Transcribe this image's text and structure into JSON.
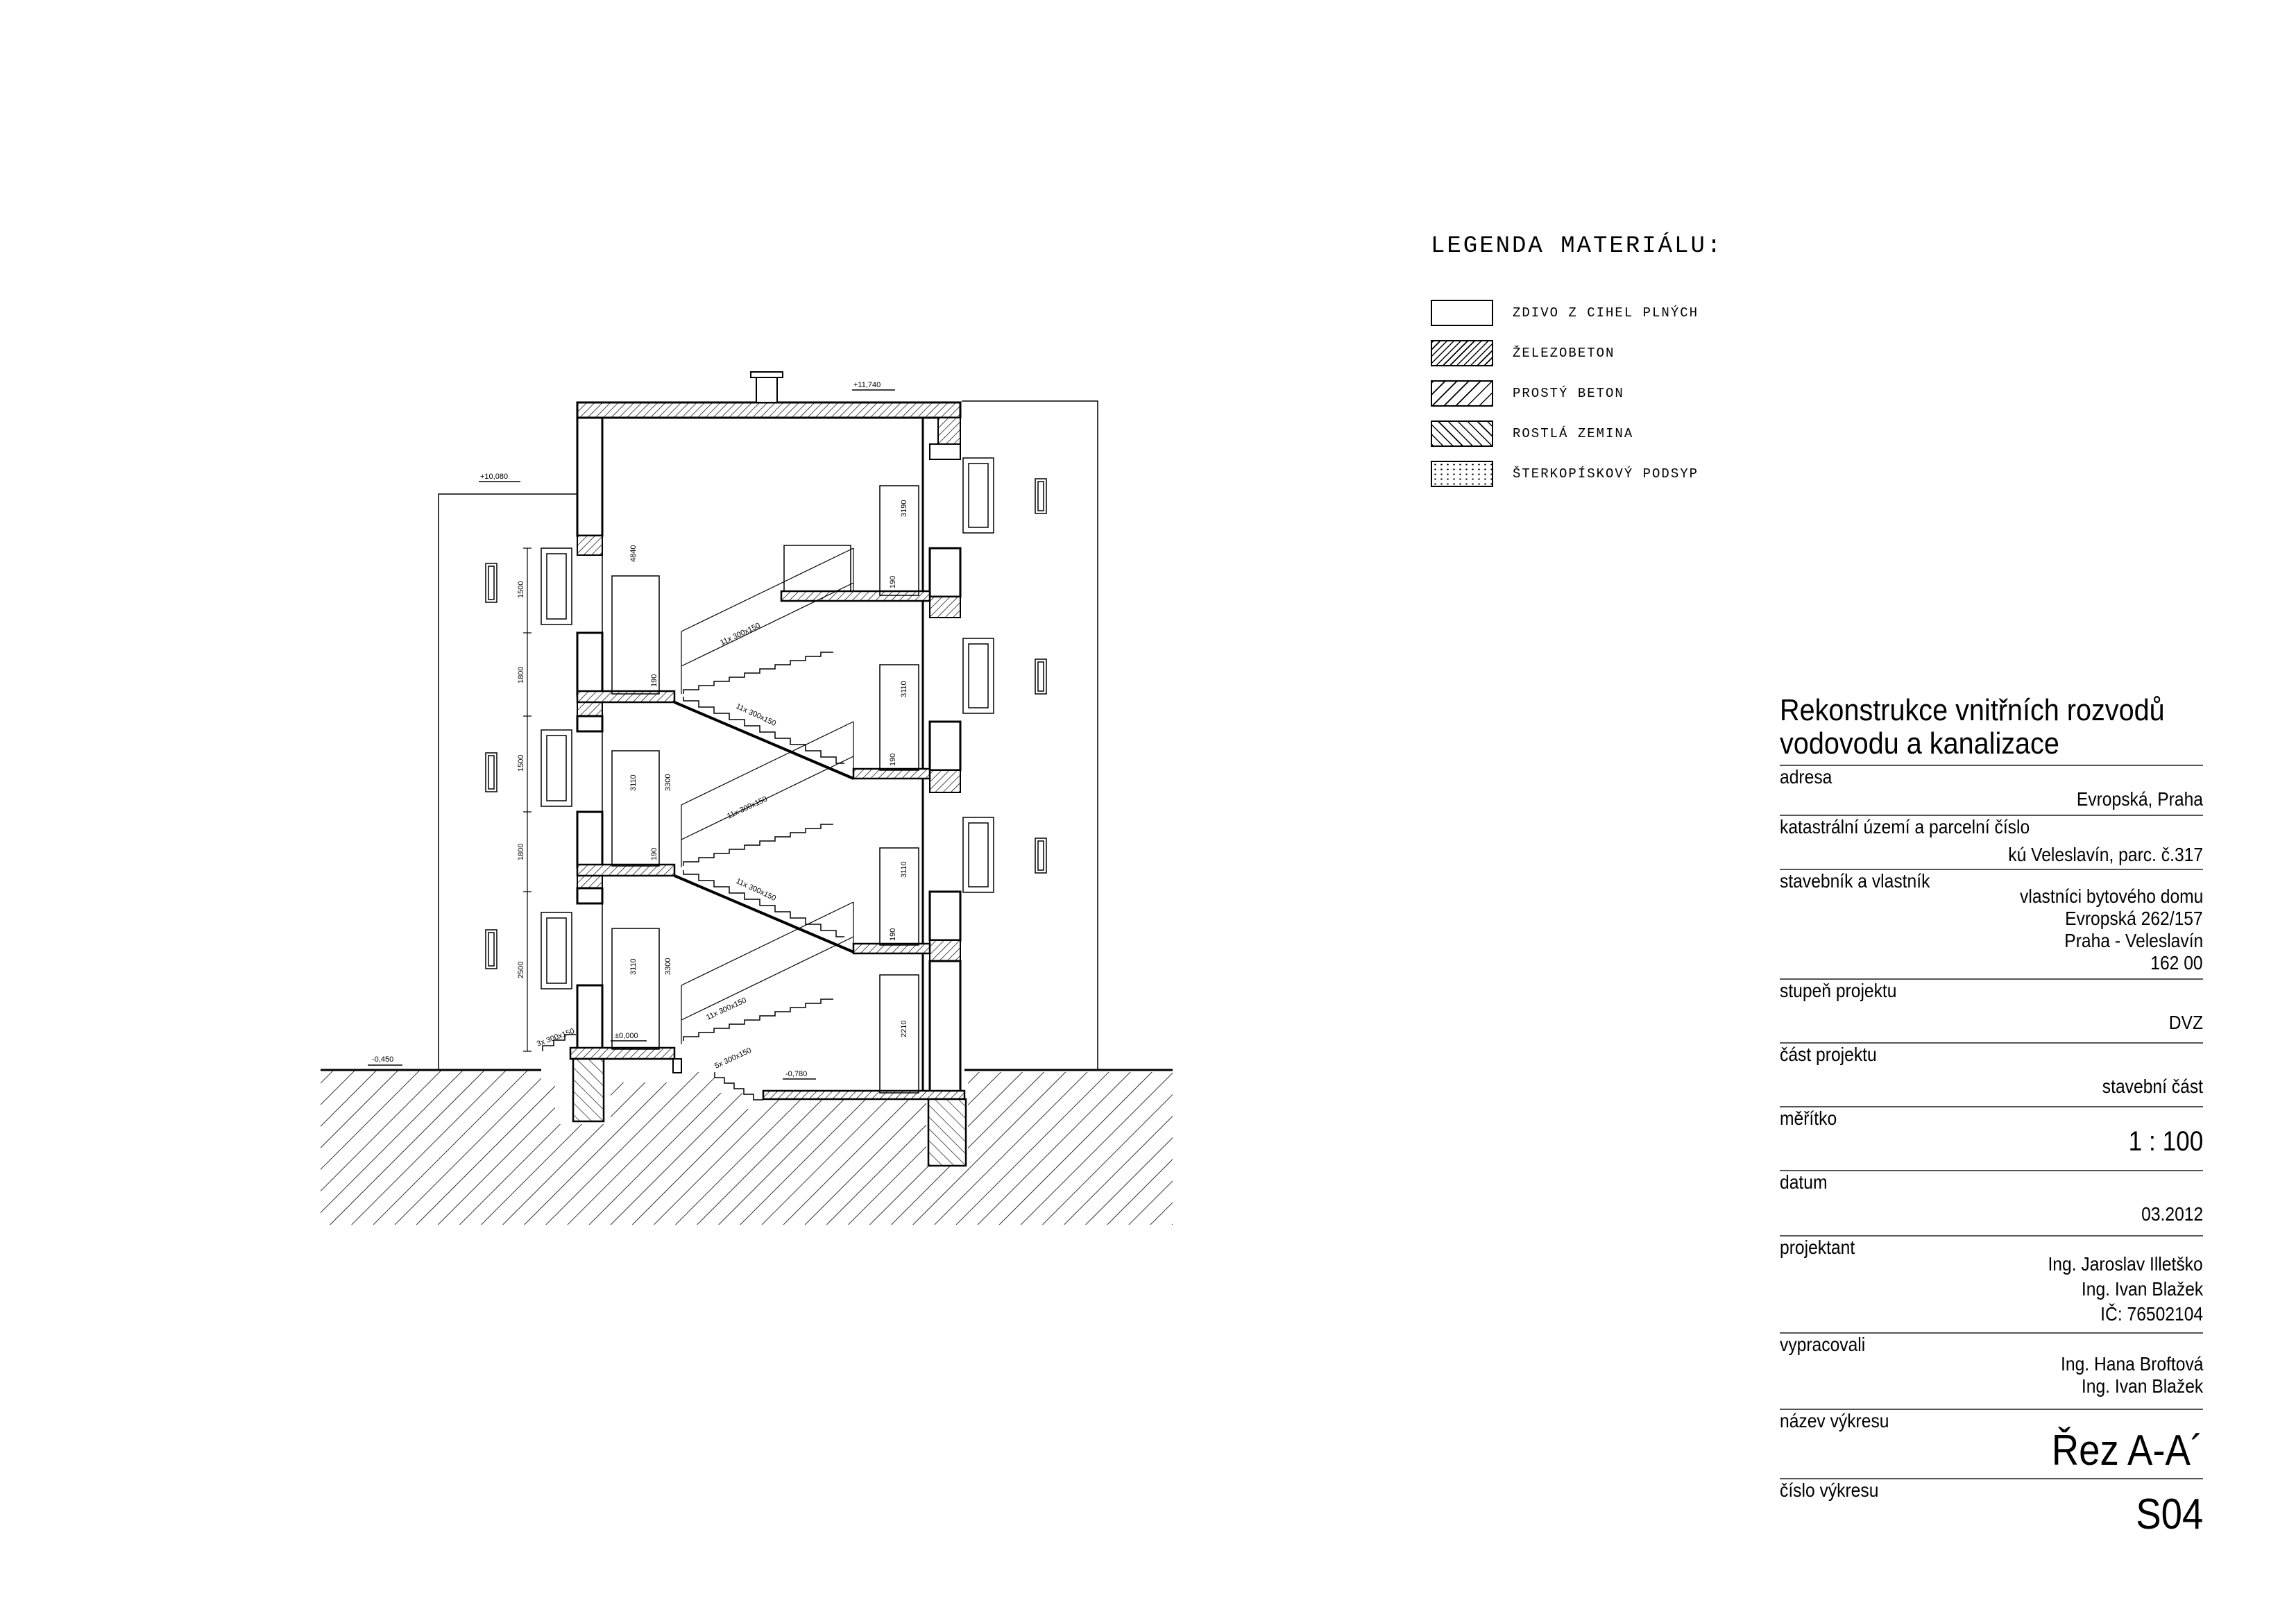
{
  "legend": {
    "title": "LEGENDA MATERIÁLU:",
    "items": [
      {
        "label": "ZDIVO Z CIHEL PLNÝCH",
        "pattern": "blank"
      },
      {
        "label": "ŽELEZOBETON",
        "pattern": "dense-hatch"
      },
      {
        "label": "PROSTÝ BETON",
        "pattern": "sparse-hatch"
      },
      {
        "label": "ROSTLÁ ZEMINA",
        "pattern": "diagonal-hatch"
      },
      {
        "label": "ŠTERKOPÍSKOVÝ PODSYP",
        "pattern": "dots"
      }
    ]
  },
  "section": {
    "levels": {
      "top": "+11,740",
      "roof_left": "+10,080",
      "ground": "±0,000",
      "terrain": "-0,450",
      "basement": "-0,780"
    },
    "left_dims": [
      "1500",
      "1800",
      "1500",
      "1800",
      "2500"
    ],
    "heights": {
      "upper": "4840",
      "f3": "3110",
      "f3b": "3300",
      "f2": "3110",
      "f2b": "3300",
      "right_top": "3190",
      "right_2": "3110",
      "right_3": "3110",
      "right_4": "2210"
    },
    "slab_thickness": "190",
    "stairs": {
      "flight_a": "11x 300x150",
      "flight_b": "11x 300x150",
      "flight_c": "11x 300x150",
      "flight_d": "11x 300x150",
      "flight_e": "11x 300x150",
      "entry": "3x 300x150",
      "lower": "5x 300x150"
    }
  },
  "titleblock": {
    "project_title_1": "Rekonstrukce vnitřních rozvodů",
    "project_title_2": "vodovodu a kanalizace",
    "address_label": "adresa",
    "address_value": "Evropská, Praha",
    "cadastre_label": "katastrální území a parcelní číslo",
    "cadastre_value": "kú Veleslavín, parc. č.317",
    "owner_label": "stavebník a vlastník",
    "owner_lines": [
      "vlastníci bytového domu",
      "Evropská 262/157",
      "Praha  - Veleslavín",
      "162 00"
    ],
    "stage_label": "stupeň projektu",
    "stage_value": "DVZ",
    "part_label": "část projektu",
    "part_value": "stavební část",
    "scale_label": "měřítko",
    "scale_value": "1 : 100",
    "date_label": "datum",
    "date_value": "03.2012",
    "designer_label": "projektant",
    "designer_lines": [
      "Ing. Jaroslav Illetško",
      "Ing. Ivan Blažek",
      "IČ: 76502104"
    ],
    "drawn_label": "vypracovali",
    "drawn_lines": [
      "Ing. Hana Broftová",
      "Ing. Ivan Blažek"
    ],
    "drawing_name_label": "název výkresu",
    "drawing_name_value": "Řez A-A´",
    "drawing_no_label": "číslo výkresu",
    "drawing_no_value": "S04"
  }
}
